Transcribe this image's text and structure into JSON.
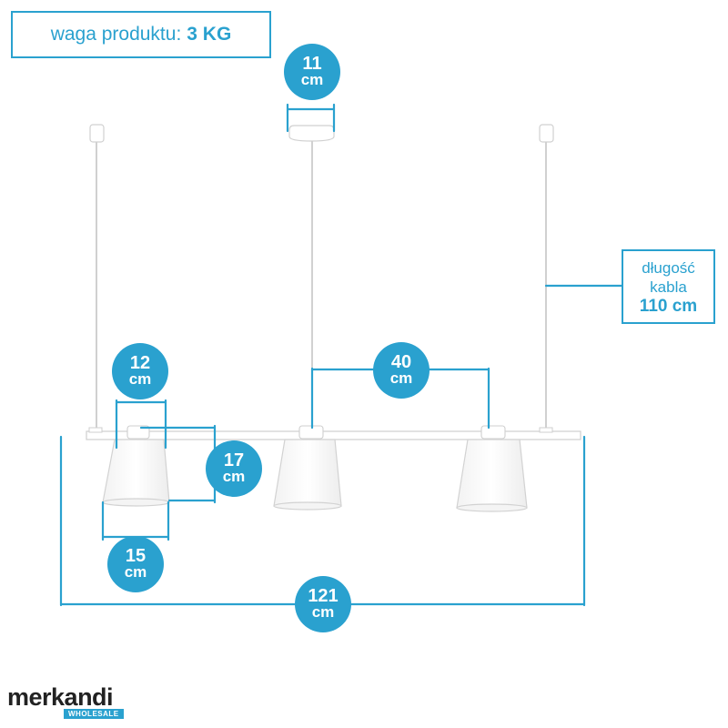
{
  "weight": {
    "label": "waga produktu:",
    "value": "3 KG"
  },
  "cable": {
    "line1": "długość",
    "line2": "kabla",
    "length": "110 cm"
  },
  "dimensions": {
    "canopy_width": {
      "value": "11",
      "unit": "cm"
    },
    "shade_top": {
      "value": "12",
      "unit": "cm"
    },
    "shade_height": {
      "value": "17",
      "unit": "cm"
    },
    "shade_bottom": {
      "value": "15",
      "unit": "cm"
    },
    "spacing": {
      "value": "40",
      "unit": "cm"
    },
    "total_width": {
      "value": "121",
      "unit": "cm"
    }
  },
  "logo": {
    "name": "merkandi",
    "tag": "WHOLESALE"
  },
  "colors": {
    "accent": "#2aa1cf",
    "fixture": "#ffffff",
    "outline": "#d4d4d4"
  }
}
